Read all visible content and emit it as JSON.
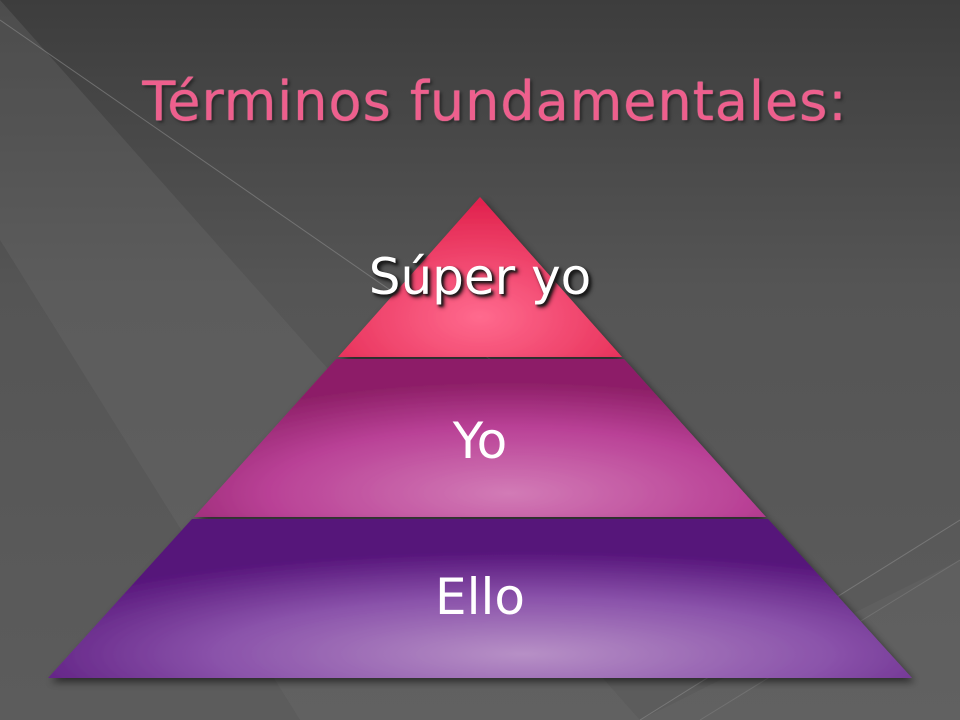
{
  "slide": {
    "title": "Términos fundamentales:",
    "levels": [
      {
        "label": "Súper yo"
      },
      {
        "label": "Yo"
      },
      {
        "label": "Ello"
      }
    ]
  },
  "colors": {
    "background": "#4a4a4a",
    "title": "#ee5f8d",
    "top_level": "#f04a75",
    "middle_level": "#c8479f",
    "bottom_level": "#8e4fae",
    "text": "#ffffff"
  }
}
